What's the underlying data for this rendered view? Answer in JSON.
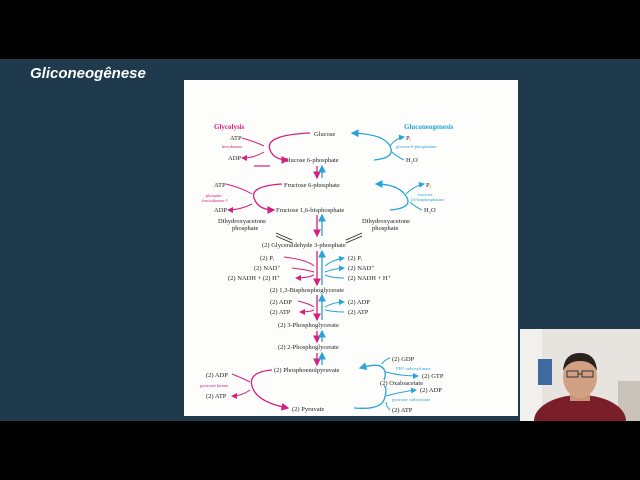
{
  "slide": {
    "title": "Gliconeogênese"
  },
  "diagram": {
    "header_left": "Glycolysis",
    "header_right": "Gluconeogenesis",
    "colors": {
      "glycolysis": "#d6207f",
      "gluconeogenesis": "#29a3d8",
      "text": "#222222"
    },
    "glucose": "Glucose",
    "atp_hexokinase": "ATP",
    "hexokinase": "hexokinase",
    "adp_hexokinase": "ADP",
    "pi_g6p": "Pᵢ",
    "g6phosphatase": "glucose 6-phosphatase",
    "h2o_g6p": "H₂O",
    "glucose6p": "Glucose 6-phosphate",
    "fructose6p": "Fructose 6-phosphate",
    "atp_pfk": "ATP",
    "pfk_line1": "phospho-",
    "pfk_line2": "fructokinase-1",
    "adp_pfk": "ADP",
    "pi_fbp": "Pᵢ",
    "fbp_line1": "fructose",
    "fbp_line2": "1,6-bisphosphatase",
    "h2o_fbp": "H₂O",
    "fructose16bp": "Fructose 1,6-bisphosphate",
    "dhap_left_1": "Dihydroxyacetone",
    "dhap_left_2": "phosphate",
    "dhap_right_1": "Dihydroxyacetone",
    "dhap_right_2": "phosphate",
    "g3p": "(2) Glyceraldehyde 3-phosphate",
    "pi_left": "(2) Pᵢ",
    "nad_left": "(2) NAD⁺",
    "nadh_left": "(2) NADH + (2) H⁺",
    "pi_right": "(2) Pᵢ",
    "nad_right": "(2) NAD⁺",
    "nadh_right": "(2) NADH + H⁺",
    "bpg13": "(2) 1,3-Bisphosphoglycerate",
    "adp_left_pgk": "(2) ADP",
    "atp_left_pgk": "(2) ATP",
    "adp_right_pgk": "(2) ADP",
    "atp_right_pgk": "(2) ATP",
    "pg3": "(2) 3-Phosphoglycerate",
    "pg2": "(2) 2-Phosphoglycerate",
    "pep": "(2) Phosphoenolpyruvate",
    "adp_pk": "(2) ADP",
    "pyruvate_kinase": "pyruvate kinase",
    "atp_pk": "(2) ATP",
    "gdp": "(2) GDP",
    "pepck": "PEP carboxykinase",
    "gtp": "(2) GTP",
    "oxaloacetate": "(2) Oxaloacetate",
    "adp_pc": "(2) ADP",
    "pyruvate_carboxylase": "pyruvate carboxylase",
    "atp_pc": "(2) ATP",
    "pyruvate": "(2) Pyruvate"
  },
  "webcam": {
    "icon": "presenter-video-icon"
  }
}
